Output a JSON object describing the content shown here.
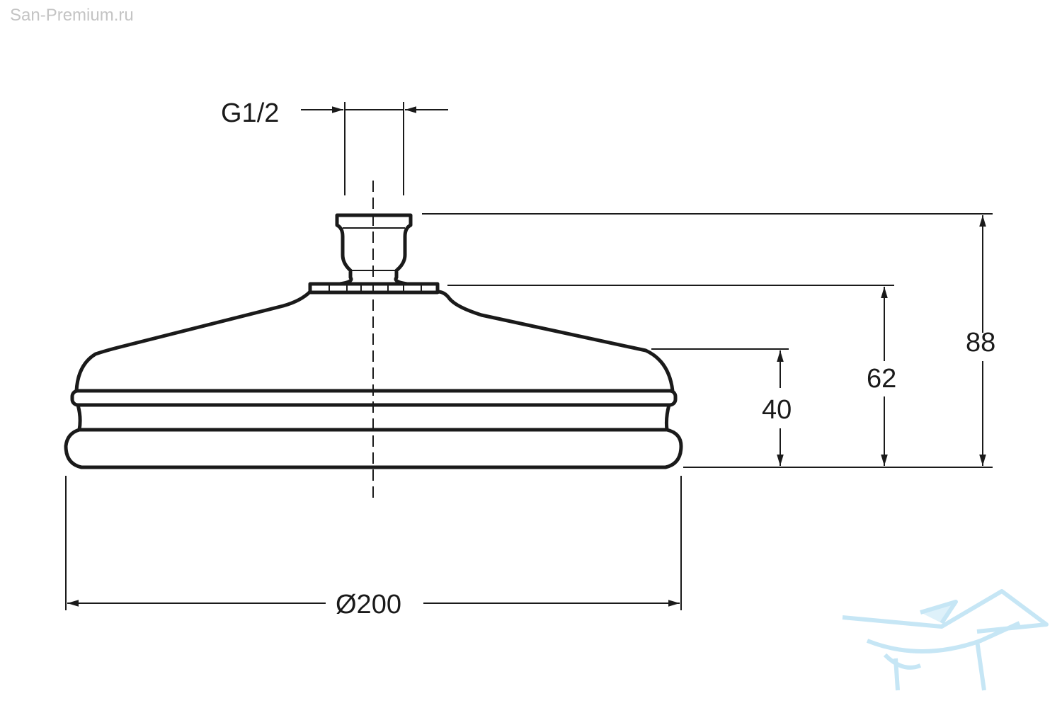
{
  "watermark": {
    "site": "San-Premium.ru",
    "logo_icon": "bathtub-wave-logo-icon",
    "logo_color": "#9fd3ee"
  },
  "dimensions": {
    "thread": "G1/2",
    "height_total": "88",
    "height_top_flange": "62",
    "height_body": "40",
    "diameter": "Ø200"
  },
  "colors": {
    "line": "#1a1a1a",
    "background": "#ffffff"
  }
}
